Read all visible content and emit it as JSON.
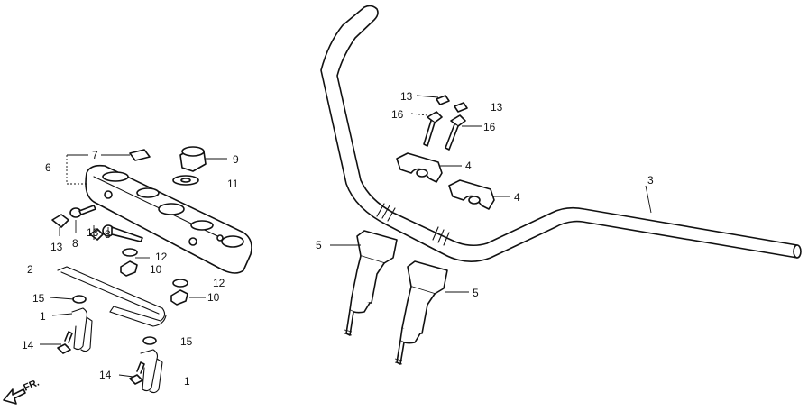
{
  "callouts": {
    "c1a": "1",
    "c1b": "1",
    "c2": "2",
    "c3": "3",
    "c4a": "4",
    "c4b": "4",
    "c5a": "5",
    "c5b": "5",
    "c6": "6",
    "c7": "7",
    "c8a": "8",
    "c8b": "8",
    "c9": "9",
    "c10a": "10",
    "c10b": "10",
    "c11": "11",
    "c12a": "12",
    "c12b": "12",
    "c13a": "13",
    "c13b": "13",
    "c13c": "13",
    "c13d": "13",
    "c14a": "14",
    "c14b": "14",
    "c15a": "15",
    "c15b": "15",
    "c16a": "16",
    "c16b": "16"
  },
  "direction_marker": {
    "label": "FR.",
    "icon": "forward-arrow-icon"
  }
}
